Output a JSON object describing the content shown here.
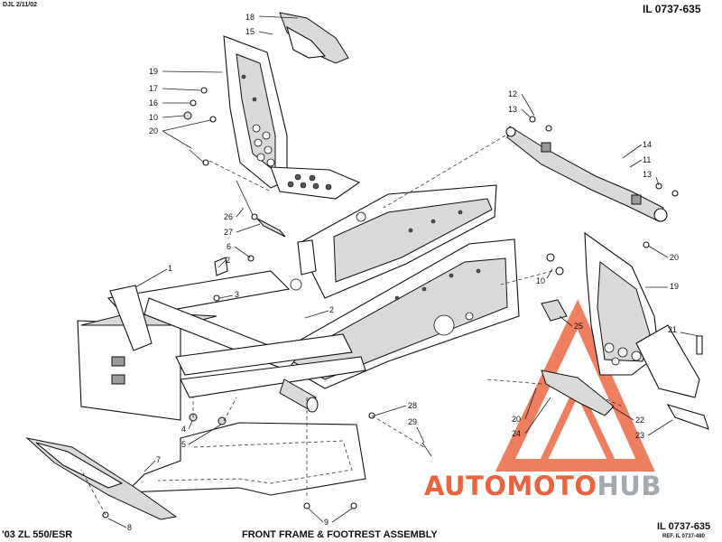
{
  "header": {
    "date_code": "DJL 2/11/02",
    "illustration_id": "IL 0737-635"
  },
  "footer": {
    "model": "'03 ZL 550/ESR",
    "title": "FRONT FRAME & FOOTREST ASSEMBLY",
    "illustration_id": "IL 0737-635",
    "ref": "REF. IL 0737-480"
  },
  "watermark": {
    "brand_part1": "AUTO",
    "brand_part2": "MOTO",
    "brand_part3": "HUB",
    "color_primary": "#e8532b",
    "color_secondary": "#9aa0a6"
  },
  "callouts": [
    "18",
    "15",
    "19",
    "17",
    "16",
    "10",
    "20",
    "26",
    "27",
    "6",
    "1",
    "2",
    "3",
    "2",
    "4",
    "5",
    "7",
    "8",
    "9",
    "28",
    "29",
    "12",
    "13",
    "14",
    "11",
    "13",
    "20",
    "10",
    "19",
    "25",
    "21",
    "20",
    "24",
    "22",
    "23"
  ]
}
